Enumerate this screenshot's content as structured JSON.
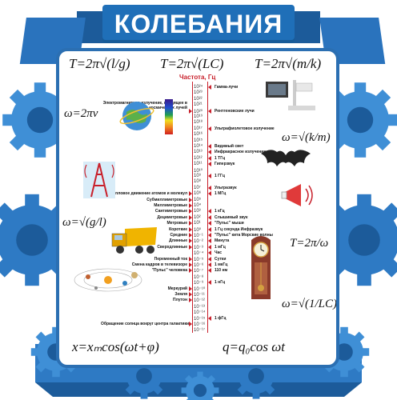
{
  "title": "КОЛЕБАНИЯ",
  "scale_header": "Частота, Гц",
  "formulas": {
    "pendulum_period": "T=2π√(l/g)",
    "lc_period": "T=2π√(LC)",
    "spring_period": "T=2π√(m/k)",
    "omega_nu": "ω=2πν",
    "omega_spring": "ω=√(k/m)",
    "omega_pendulum": "ω=√(g/l)",
    "period_omega": "T=2π/ω",
    "omega_lc": "ω=√(1/LC)",
    "displacement": "x=xₘcos(ωt+φ)",
    "charge": "q=q₀cos ωt"
  },
  "left_labels": [
    "Электромагнитное излучение, входящее в состав космических лучей",
    "Тепловое движение атомов и молекул",
    "Субмиллиметровые",
    "Миллиметровые",
    "Сантиметровые",
    "Дециметровые",
    "Метровые",
    "Короткие",
    "Средние",
    "Длинные",
    "Сверхдлинные",
    "Переменный ток",
    "Смена кадров в телевизоре",
    "\"Пульс\" человека",
    "Меркурий",
    "Земля",
    "Плутон",
    "Обращение солнца вокруг центра галактики"
  ],
  "right_labels": [
    "Гамма-лучи",
    "Рентгеновские лучи",
    "Ультрафиолетовое излучение",
    "Видимый свет",
    "Инфракрасное излучение",
    "1 ТГц",
    "Гиперзвук",
    "1 ГГц",
    "Ультразвук",
    "1 МГц",
    "1 кГц",
    "Слышимый звук",
    "\"Пульс\" мыши",
    "1 Гц секунда Инфразвук",
    "\"Пульс\" кита Морские волны",
    "Минута",
    "1 мГц",
    "Час",
    "Сутки",
    "1 мкГц",
    "110 нм",
    "1 нГц",
    "1 фГц"
  ],
  "powers": [
    "10²⁴",
    "10²³",
    "10²²",
    "10²¹",
    "10²⁰",
    "10¹⁹",
    "10¹⁸",
    "10¹⁷",
    "10¹⁶",
    "10¹⁵",
    "10¹⁴",
    "10¹³",
    "10¹²",
    "10¹¹",
    "10¹⁰",
    "10⁹",
    "10⁸",
    "10⁷",
    "10⁶",
    "10⁵",
    "10⁴",
    "10³",
    "10²",
    "10¹",
    "10⁰",
    "10⁻¹",
    "10⁻²",
    "10⁻³",
    "10⁻⁴",
    "10⁻⁵",
    "10⁻⁶",
    "10⁻⁷",
    "10⁻⁸",
    "10⁻⁹",
    "10⁻¹⁰",
    "10⁻¹¹",
    "10⁻¹²",
    "10⁻¹³",
    "10⁻¹⁴",
    "10⁻¹⁵",
    "10⁻¹⁶",
    "10⁻¹⁷"
  ],
  "colors": {
    "title_bg": "#1f6fb8",
    "frame": "#2b6fb2",
    "gear_dark": "#1c5b9a",
    "gear_light": "#3f8fd6",
    "scale_red": "#c8202b"
  },
  "icons": [
    "gear-icon",
    "globe-icon",
    "spectrum-bar-icon",
    "radio-tower-icon",
    "bat-icon",
    "megaphone-icon",
    "truck-icon",
    "solar-system-icon",
    "pendulum-clock-icon",
    "xray-machine-icon"
  ]
}
